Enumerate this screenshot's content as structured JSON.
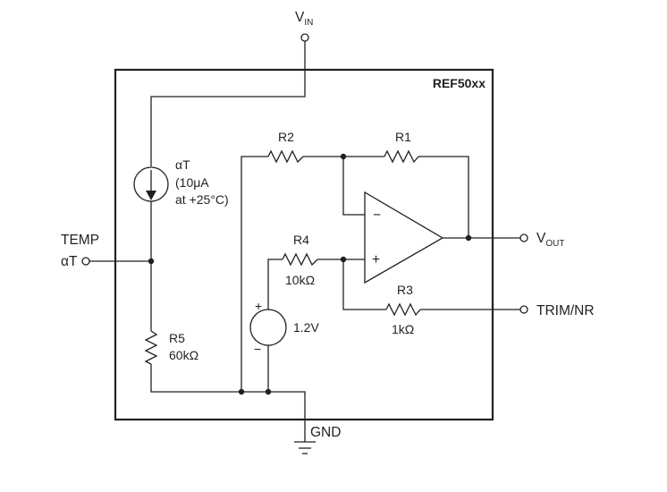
{
  "chip": {
    "name": "REF50xx"
  },
  "supply": {
    "label": "V",
    "sub": "IN"
  },
  "ground": {
    "label": "GND"
  },
  "temp_pin": {
    "line1": "TEMP",
    "line2": "αT"
  },
  "current_source": {
    "line1": "αT",
    "line2": "(10μA",
    "line3": "at +25°C)"
  },
  "resistors": {
    "r1": {
      "name": "R1"
    },
    "r2": {
      "name": "R2"
    },
    "r3": {
      "name": "R3",
      "value": "1kΩ"
    },
    "r4": {
      "name": "R4",
      "value": "10kΩ"
    },
    "r5": {
      "name": "R5",
      "value": "60kΩ"
    }
  },
  "reference": {
    "value": "1.2V",
    "plus": "+",
    "minus": "−"
  },
  "opamp": {
    "minus": "−",
    "plus": "+"
  },
  "output": {
    "label": "V",
    "sub": "OUT"
  },
  "trim": {
    "label": "TRIM/NR"
  }
}
